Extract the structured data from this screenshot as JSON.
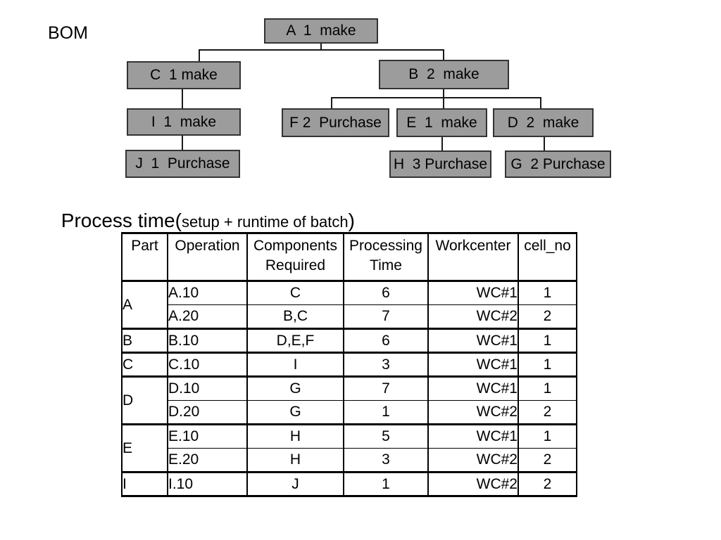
{
  "slide": {
    "bom_label": "BOM",
    "heading": {
      "main": "Process time(",
      "sub": "setup + runtime of batch",
      "close": ")"
    }
  },
  "colors": {
    "background": "#ffffff",
    "box_fill": "#9c9c9c",
    "box_border": "#333333",
    "line": "#1a1a1a",
    "text": "#000000"
  },
  "bom_tree": {
    "nodes": {
      "A": {
        "label": "A  1  make"
      },
      "C": {
        "label": "C  1 make"
      },
      "B": {
        "label": "B  2  make"
      },
      "I": {
        "label": "I  1  make"
      },
      "F": {
        "label": "F 2  Purchase"
      },
      "E": {
        "label": "E  1  make"
      },
      "D": {
        "label": "D  2  make"
      },
      "J": {
        "label": "J  1  Purchase"
      },
      "H": {
        "label": "H  3 Purchase"
      },
      "G": {
        "label": "G  2 Purchase"
      }
    },
    "edges": [
      [
        "A",
        "C"
      ],
      [
        "A",
        "B"
      ],
      [
        "C",
        "I"
      ],
      [
        "I",
        "J"
      ],
      [
        "B",
        "F"
      ],
      [
        "B",
        "E"
      ],
      [
        "B",
        "D"
      ],
      [
        "E",
        "H"
      ],
      [
        "D",
        "G"
      ]
    ]
  },
  "process_table": {
    "headers": {
      "part": "Part",
      "operation": "Operation",
      "components_1": "Components",
      "components_2": "Required",
      "processing_1": "Processing",
      "processing_2": "Time",
      "workcenter": "Workcenter",
      "cell_no": "cell_no"
    },
    "rows": [
      {
        "part": "A",
        "op": "A.10",
        "components": "C",
        "time": "6",
        "workcenter": "WC#1",
        "cell_no": "1"
      },
      {
        "op": "A.20",
        "components": "B,C",
        "time": "7",
        "workcenter": "WC#2",
        "cell_no": "2"
      },
      {
        "part": "B",
        "op": "B.10",
        "components": "D,E,F",
        "time": "6",
        "workcenter": "WC#1",
        "cell_no": "1"
      },
      {
        "part": "C",
        "op": "C.10",
        "components": "I",
        "time": "3",
        "workcenter": "WC#1",
        "cell_no": "1"
      },
      {
        "part": "D",
        "op": "D.10",
        "components": "G",
        "time": "7",
        "workcenter": "WC#1",
        "cell_no": "1"
      },
      {
        "op": "D.20",
        "components": "G",
        "time": "1",
        "workcenter": "WC#2",
        "cell_no": "2"
      },
      {
        "part": "E",
        "op": "E.10",
        "components": "H",
        "time": "5",
        "workcenter": "WC#1",
        "cell_no": "1"
      },
      {
        "op": "E.20",
        "components": "H",
        "time": "3",
        "workcenter": "WC#2",
        "cell_no": "2"
      },
      {
        "part": "I",
        "op": "I.10",
        "components": "J",
        "time": "1",
        "workcenter": "WC#2",
        "cell_no": "2"
      }
    ]
  }
}
